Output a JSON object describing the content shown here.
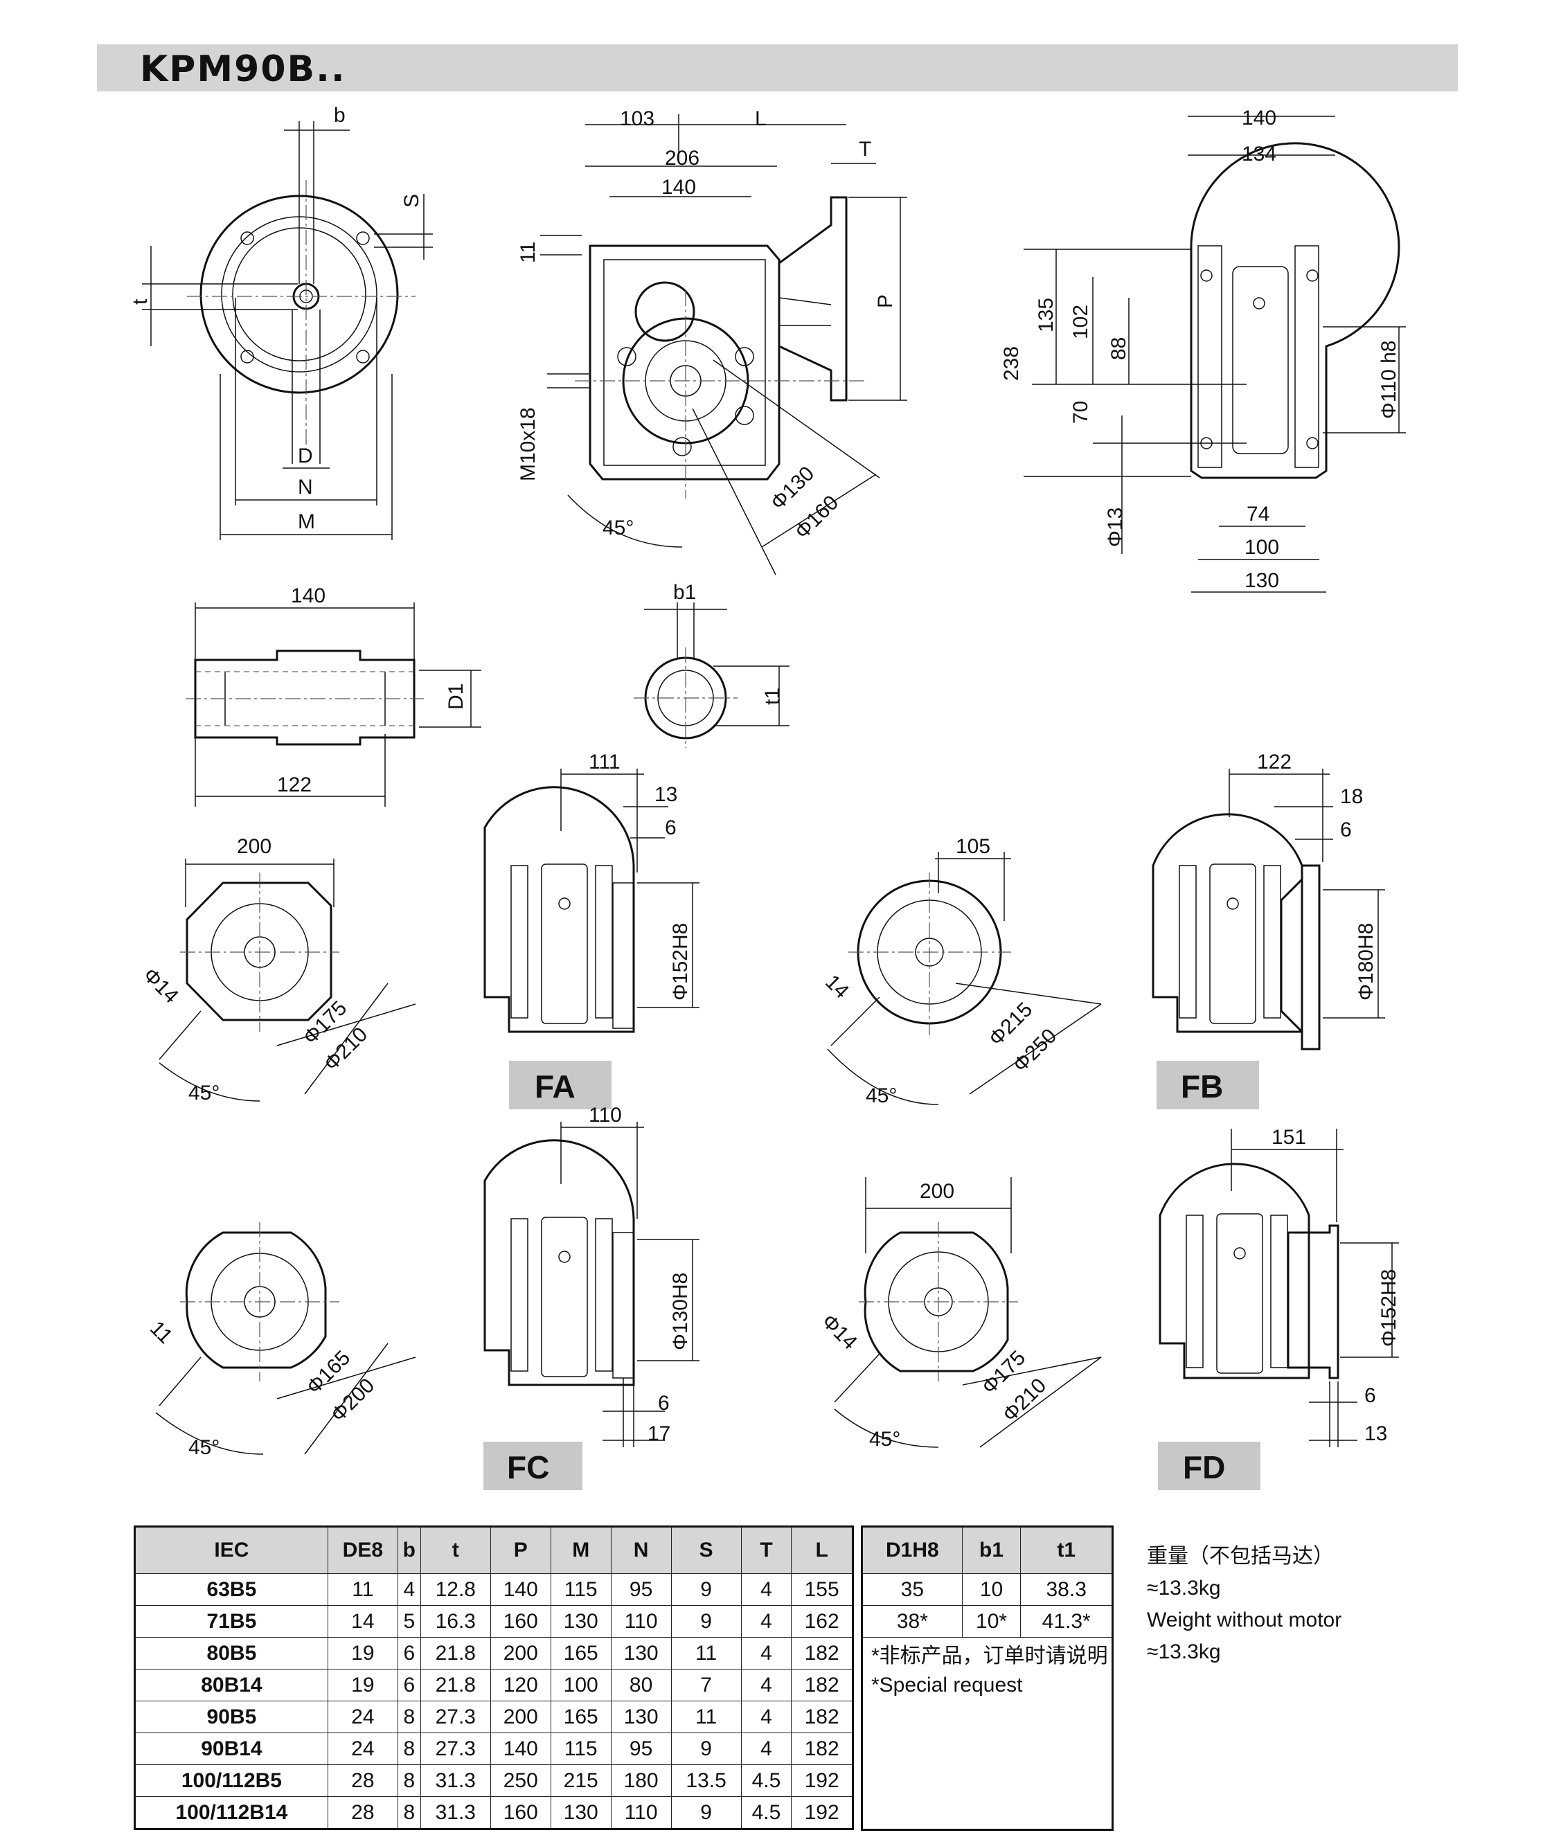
{
  "title": "KPM90B..",
  "dimensions": {
    "input_flange": [
      "b",
      "S",
      "t",
      "D",
      "N",
      "M"
    ],
    "side_view": [
      "103",
      "L",
      "206",
      "T",
      "140",
      "11",
      "P",
      "M10x18",
      "Φ130",
      "Φ160",
      "45°"
    ],
    "end_view": [
      "140",
      "134",
      "238",
      "135",
      "102",
      "88",
      "70",
      "Φ110 h8",
      "Φ13",
      "74",
      "100",
      "130"
    ],
    "shaft": [
      "140",
      "122",
      "D1"
    ],
    "shaft_section": [
      "b1",
      "t1"
    ],
    "fa": [
      "200",
      "Φ14",
      "Φ175",
      "Φ210",
      "45°",
      "111",
      "13",
      "6",
      "Φ152H8"
    ],
    "fb": [
      "105",
      "14",
      "Φ215",
      "Φ250",
      "45°",
      "122",
      "18",
      "6",
      "Φ180H8"
    ],
    "fc": [
      "11",
      "Φ165",
      "Φ200",
      "45°",
      "110",
      "Φ130H8",
      "6",
      "17"
    ],
    "fd": [
      "200",
      "Φ14",
      "Φ175",
      "Φ210",
      "45°",
      "151",
      "Φ152H8",
      "6",
      "13"
    ]
  },
  "flange_labels": [
    "FA",
    "FB",
    "FC",
    "FD"
  ],
  "main_table": {
    "headers": [
      "IEC",
      "DE8",
      "b",
      "t",
      "P",
      "M",
      "N",
      "S",
      "T",
      "L"
    ],
    "rows": [
      [
        "63B5",
        "11",
        "4",
        "12.8",
        "140",
        "115",
        "95",
        "9",
        "4",
        "155"
      ],
      [
        "71B5",
        "14",
        "5",
        "16.3",
        "160",
        "130",
        "110",
        "9",
        "4",
        "162"
      ],
      [
        "80B5",
        "19",
        "6",
        "21.8",
        "200",
        "165",
        "130",
        "11",
        "4",
        "182"
      ],
      [
        "80B14",
        "19",
        "6",
        "21.8",
        "120",
        "100",
        "80",
        "7",
        "4",
        "182"
      ],
      [
        "90B5",
        "24",
        "8",
        "27.3",
        "200",
        "165",
        "130",
        "11",
        "4",
        "182"
      ],
      [
        "90B14",
        "24",
        "8",
        "27.3",
        "140",
        "115",
        "95",
        "9",
        "4",
        "182"
      ],
      [
        "100/112B5",
        "28",
        "8",
        "31.3",
        "250",
        "215",
        "180",
        "13.5",
        "4.5",
        "192"
      ],
      [
        "100/112B14",
        "28",
        "8",
        "31.3",
        "160",
        "130",
        "110",
        "9",
        "4.5",
        "192"
      ]
    ]
  },
  "side_table": {
    "headers": [
      "D1H8",
      "b1",
      "t1"
    ],
    "rows": [
      [
        "35",
        "10",
        "38.3"
      ],
      [
        "38*",
        "10*",
        "41.3*"
      ]
    ],
    "notes": [
      "*非标产品，订单时请说明",
      "*Special request"
    ]
  },
  "weight": {
    "zh_label": "重量（不包括马达）",
    "zh_value": "≈13.3kg",
    "en_label": "Weight without motor",
    "en_value": "≈13.3kg"
  }
}
